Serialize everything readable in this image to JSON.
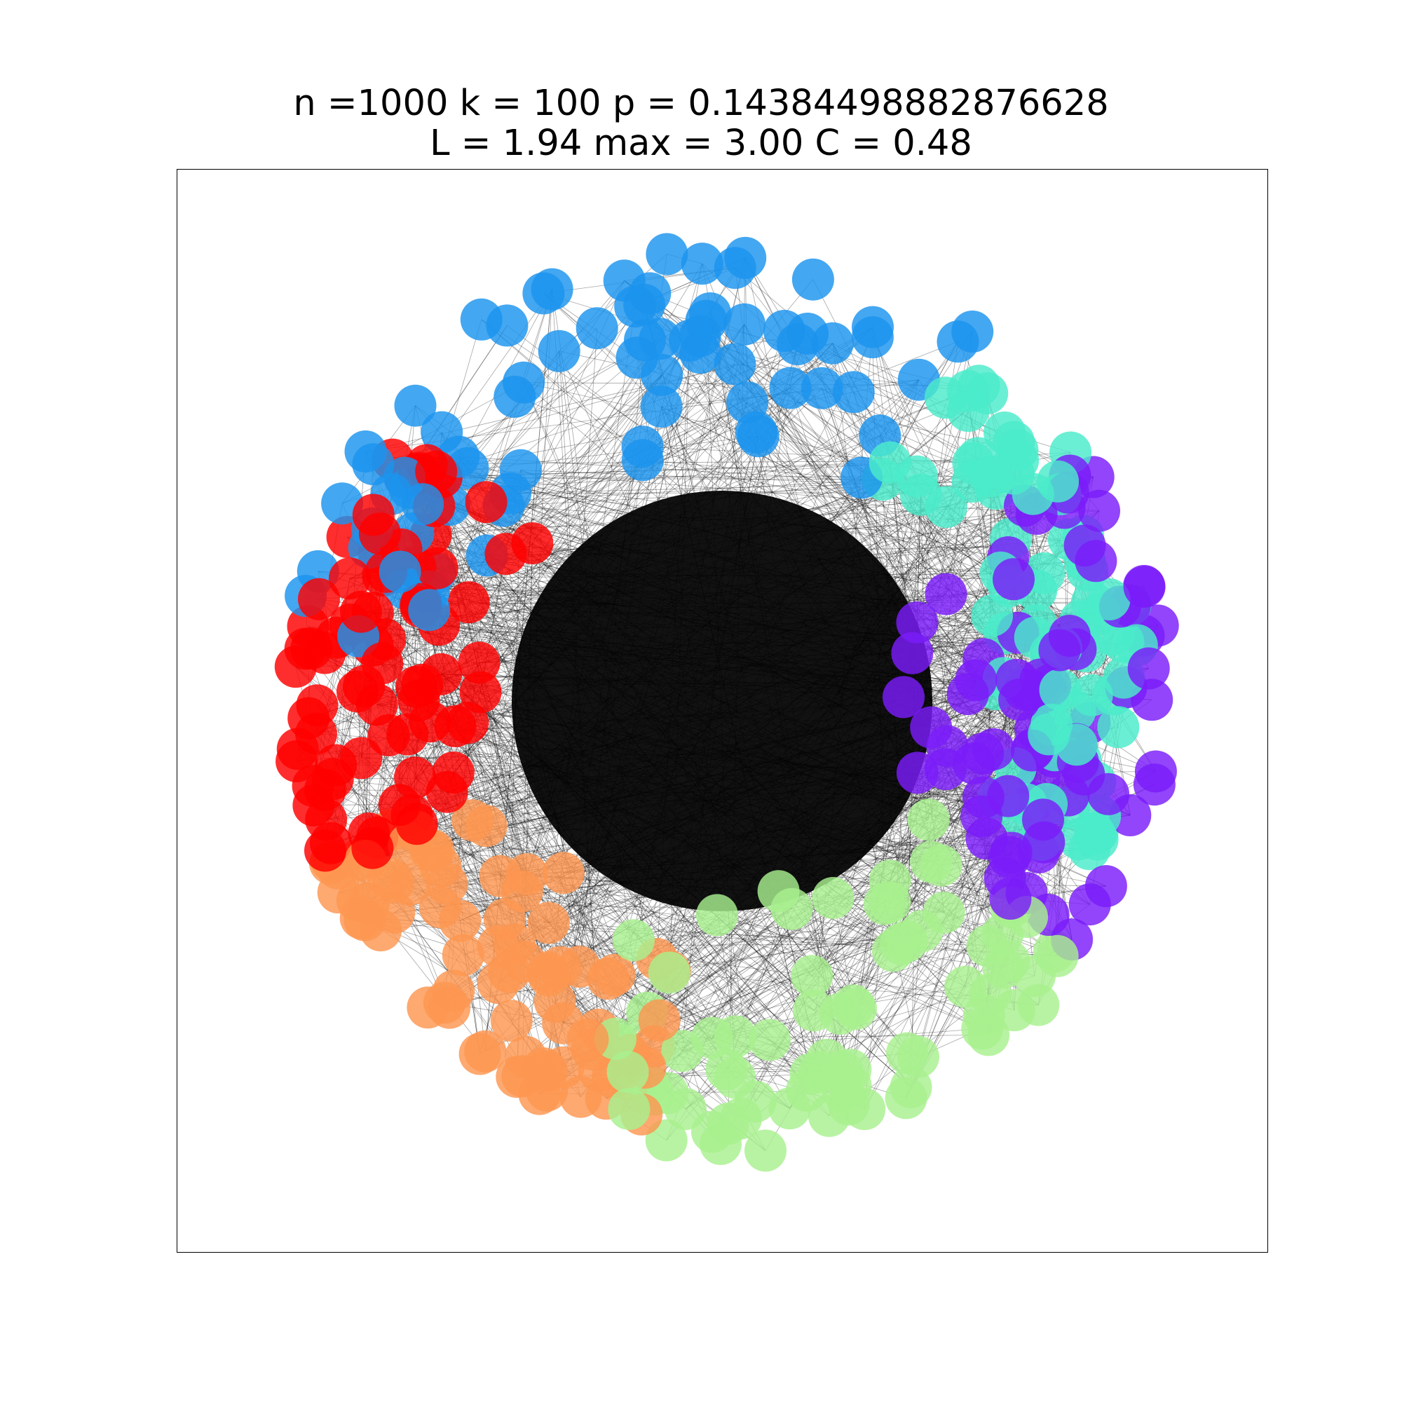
{
  "figure": {
    "title_line_1": "n =1000 k = 100 p = 0.14384498882876628",
    "title_line_2": "L = 1.94 max = 3.00 C = 0.48"
  },
  "graph": {
    "n": 1000,
    "k": 100,
    "p": 0.14384498882876628,
    "L": 1.94,
    "max": 3.0,
    "C": 0.48,
    "edge_color": "#000000",
    "communities": [
      {
        "name": "blue",
        "color": "#1b94ee"
      },
      {
        "name": "turquoise",
        "color": "#4aeccb"
      },
      {
        "name": "violet",
        "color": "#7a1cf9"
      },
      {
        "name": "light-green",
        "color": "#a8f08f"
      },
      {
        "name": "orange",
        "color": "#fd9650"
      },
      {
        "name": "red",
        "color": "#ff0000"
      }
    ]
  }
}
